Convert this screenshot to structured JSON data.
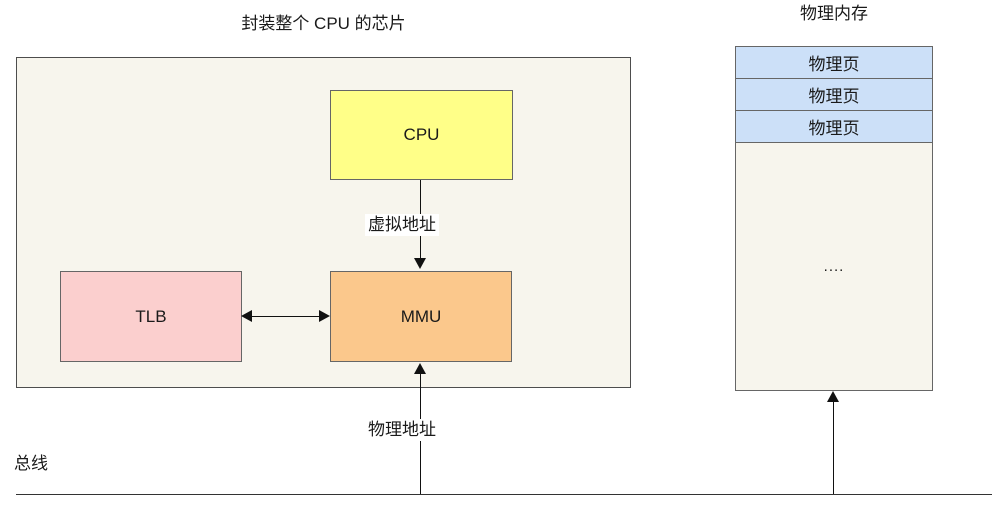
{
  "diagram": {
    "chip": {
      "title": "封装整个 CPU 的芯片",
      "nodes": {
        "cpu": "CPU",
        "mmu": "MMU",
        "tlb": "TLB"
      }
    },
    "memory": {
      "title": "物理内存",
      "pages": [
        "物理页",
        "物理页",
        "物理页"
      ],
      "remainder": "...."
    },
    "edges": {
      "virtual_address": "虚拟地址",
      "physical_address": "物理地址"
    },
    "bus": {
      "label": "总线"
    },
    "colors": {
      "chip_fill": "#f7f5ed",
      "cpu_fill": "#ffff88",
      "mmu_fill": "#fbc88c",
      "tlb_fill": "#fbcfce",
      "page_fill": "#cce0f8",
      "stroke": "#666666",
      "line": "#111111"
    }
  }
}
